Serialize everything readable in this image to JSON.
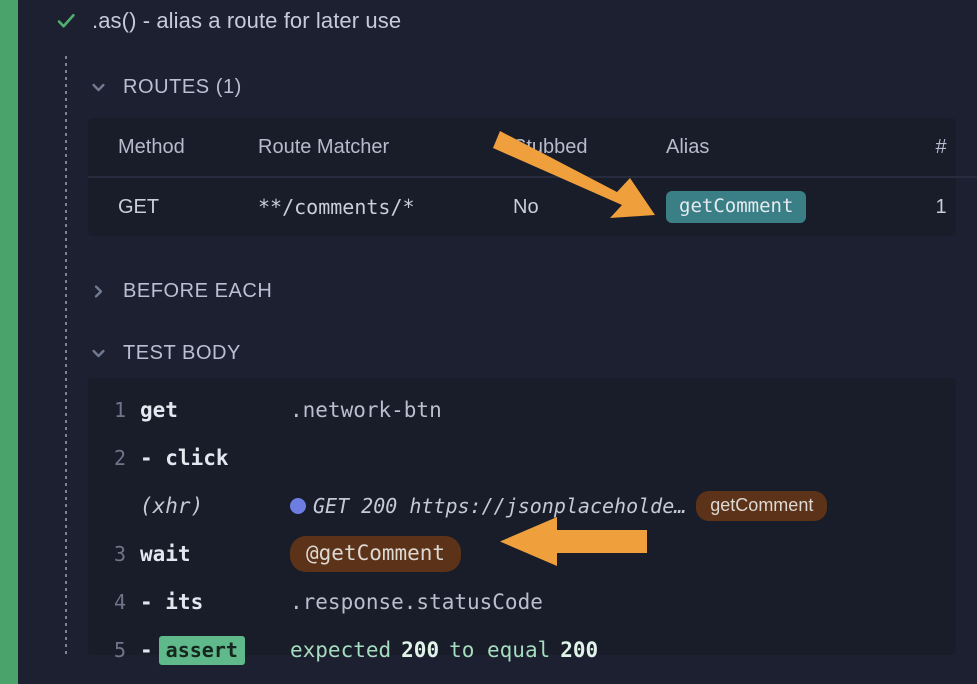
{
  "theme": {
    "background": "#1d2031",
    "panel_background": "#191c29",
    "pass_bar_color": "#4aa36b",
    "accent_teal": "#3a7f85",
    "accent_brown": "#5c3318",
    "accent_green": "#5fb98a",
    "annotation_arrow_color": "#efa03c",
    "xhr_dot_color": "#6c7ee1"
  },
  "test": {
    "status_icon": "check-icon",
    "title": ".as() - alias a route for later use"
  },
  "sections": {
    "routes": {
      "label": "ROUTES (1)",
      "chevron": "chevron-down-icon",
      "expanded": true,
      "columns": [
        "Method",
        "Route Matcher",
        "Stubbed",
        "Alias",
        "#"
      ],
      "rows": [
        {
          "method": "GET",
          "matcher": "**/comments/*",
          "stubbed": "No",
          "alias": "getComment",
          "count": "1"
        }
      ]
    },
    "before_each": {
      "label": "BEFORE EACH",
      "chevron": "chevron-right-icon",
      "expanded": false
    },
    "test_body": {
      "label": "TEST BODY",
      "chevron": "chevron-down-icon",
      "expanded": true,
      "lines": [
        {
          "number": "1",
          "command": "get",
          "args": ".network-btn",
          "type": "parent"
        },
        {
          "number": "2",
          "command": "- click",
          "args": "",
          "type": "child"
        },
        {
          "number": "",
          "command": "(xhr)",
          "args": "GET 200 https://jsonplaceholde…",
          "badge": "getComment",
          "type": "xhr"
        },
        {
          "number": "3",
          "command": "wait",
          "args": "@getComment",
          "type": "wait"
        },
        {
          "number": "4",
          "command": "- its",
          "args": ".response.statusCode",
          "type": "child"
        },
        {
          "number": "5",
          "command": "- assert",
          "assert_label": "assert",
          "assert_parts": {
            "expected": "expected",
            "value1": "200",
            "to_equal": "to equal",
            "value2": "200"
          },
          "type": "assert"
        }
      ]
    }
  },
  "annotations": [
    {
      "name": "arrow-to-alias-badge",
      "target": "routes-alias-badge"
    },
    {
      "name": "arrow-to-wait-alias",
      "target": "wait-alias-badge"
    }
  ]
}
